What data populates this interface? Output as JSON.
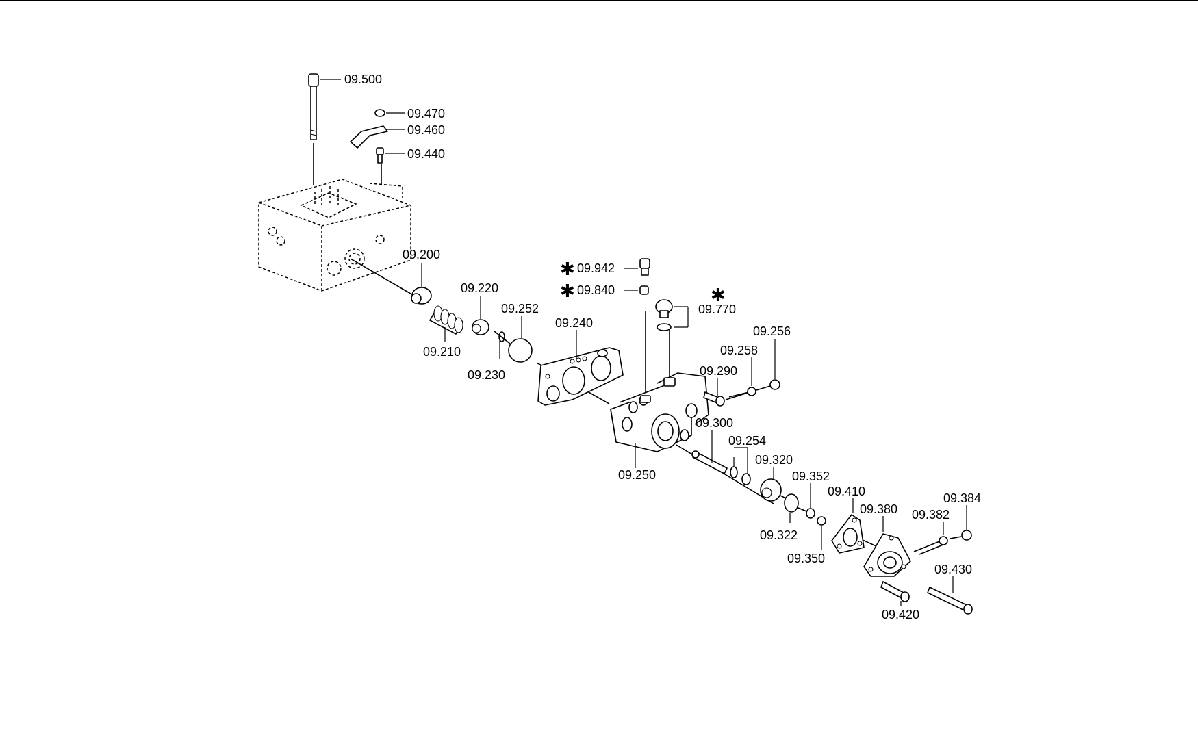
{
  "diagram": {
    "type": "exploded-parts-view",
    "colors": {
      "line": "#000000",
      "background": "#ffffff"
    },
    "marker_symbol": "✱",
    "callouts": {
      "p09500": "09.500",
      "p09470": "09.470",
      "p09460": "09.460",
      "p09440": "09.440",
      "p09200": "09.200",
      "p09210": "09.210",
      "p09220": "09.220",
      "p09230": "09.230",
      "p09252": "09.252",
      "p09240": "09.240",
      "p09942": "09.942",
      "p09840": "09.840",
      "p09770": "09.770",
      "p09256": "09.256",
      "p09258": "09.258",
      "p09290": "09.290",
      "p09250": "09.250",
      "p09300": "09.300",
      "p09254": "09.254",
      "p09320": "09.320",
      "p09352": "09.352",
      "p09322": "09.322",
      "p09350": "09.350",
      "p09410": "09.410",
      "p09380": "09.380",
      "p09384": "09.384",
      "p09382": "09.382",
      "p09430": "09.430",
      "p09420": "09.420"
    }
  }
}
